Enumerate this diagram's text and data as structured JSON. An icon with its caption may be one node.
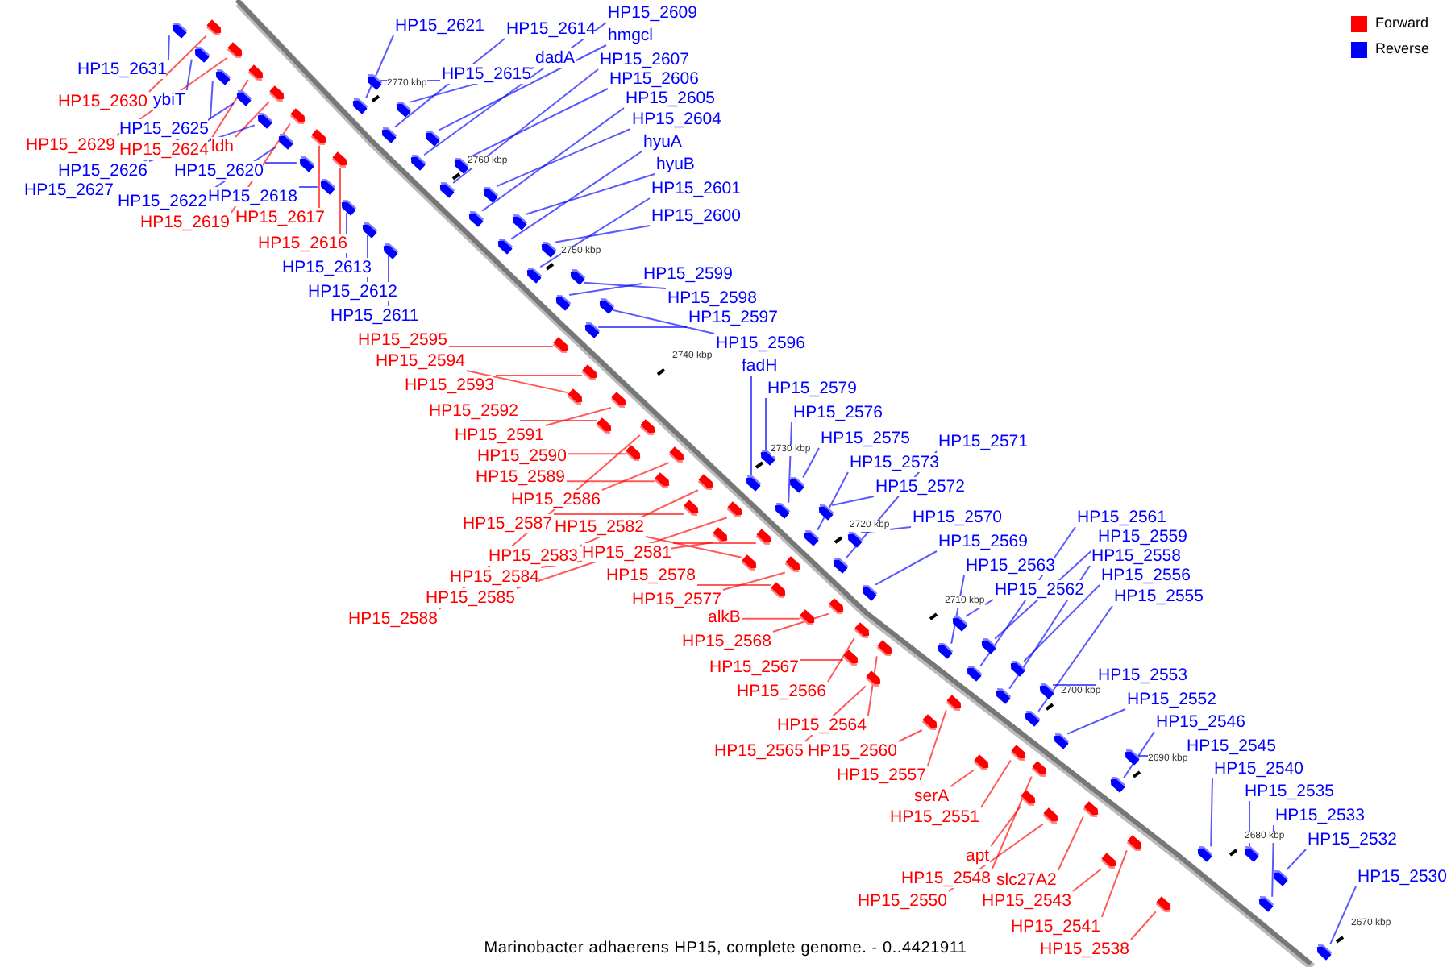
{
  "diagram": {
    "caption": "Marinobacter adhaerens HP15, complete genome. - 0..4421911",
    "nodes": [
      {
        "text": [
          "HP15_2621"
        ]
      },
      {
        "text": [
          "HP15_2614"
        ]
      },
      {
        "text": [
          "HP15_2609"
        ]
      },
      {
        "text": [
          "hmgcl"
        ]
      },
      {
        "text": [
          "dadA"
        ]
      },
      {
        "text": [
          "HP15_2607"
        ]
      },
      {
        "text": [
          "HP15_2631"
        ]
      },
      {
        "text": [
          "HP15_2615"
        ]
      },
      {
        "text": [
          "HP15_2606"
        ]
      },
      {
        "text": [
          "HP15_2605"
        ]
      },
      {
        "text": [
          "ybiT"
        ]
      },
      {
        "text": [
          "HP15_2630"
        ]
      },
      {
        "text": [
          "HP15_2604"
        ]
      },
      {
        "text": [
          "HP15_2625"
        ]
      },
      {
        "text": [
          "hyuA"
        ]
      },
      {
        "text": [
          "HP15_2629"
        ]
      },
      {
        "text": [
          "ldh"
        ]
      },
      {
        "text": [
          "HP15_2624"
        ]
      },
      {
        "text": [
          "hyuB"
        ]
      },
      {
        "text": [
          "HP15_2626"
        ]
      },
      {
        "text": [
          "HP15_2620"
        ]
      },
      {
        "text": [
          "HP15_2601"
        ]
      },
      {
        "text": [
          "HP15_2627"
        ]
      },
      {
        "text": [
          "HP15_2618"
        ]
      },
      {
        "text": [
          "HP15_2622"
        ]
      },
      {
        "text": [
          "HP15_2600"
        ]
      },
      {
        "text": [
          "HP15_2617"
        ]
      },
      {
        "text": [
          "HP15_2619"
        ]
      },
      {
        "text": [
          "HP15_2616"
        ]
      },
      {
        "text": [
          "HP15_2613"
        ]
      },
      {
        "text": [
          "HP15_2599"
        ]
      },
      {
        "text": [
          "HP15_2612"
        ]
      },
      {
        "text": [
          "HP15_2598"
        ]
      },
      {
        "text": [
          "HP15_2611"
        ]
      },
      {
        "text": [
          "HP15_2597"
        ]
      },
      {
        "text": [
          "HP15_2595"
        ]
      },
      {
        "text": [
          "HP15_2596"
        ]
      },
      {
        "text": [
          "HP15_2594"
        ]
      },
      {
        "text": [
          "fadH"
        ]
      },
      {
        "text": [
          "HP15_2593"
        ]
      },
      {
        "text": [
          "HP15_2579"
        ]
      },
      {
        "text": [
          "HP15_2592"
        ]
      },
      {
        "text": [
          "HP15_2576"
        ]
      },
      {
        "text": [
          "HP15_2591"
        ]
      },
      {
        "text": [
          "HP15_2575"
        ]
      },
      {
        "text": [
          "HP15_2571"
        ]
      },
      {
        "text": [
          "HP15_2590"
        ]
      },
      {
        "text": [
          "HP15_2573"
        ]
      },
      {
        "text": [
          "HP15_2589"
        ]
      },
      {
        "text": [
          "HP15_2572"
        ]
      },
      {
        "text": [
          "HP15_2586"
        ]
      },
      {
        "text": [
          "HP15_2570"
        ]
      },
      {
        "text": [
          "HP15_2561"
        ]
      },
      {
        "text": [
          "HP15_2587"
        ]
      },
      {
        "text": [
          "HP15_2582"
        ]
      },
      {
        "text": [
          "HP15_2559"
        ]
      },
      {
        "text": [
          "HP15_2569"
        ]
      },
      {
        "text": [
          "HP15_2581"
        ]
      },
      {
        "text": [
          "HP15_2583"
        ]
      },
      {
        "text": [
          "HP15_2558"
        ]
      },
      {
        "text": [
          "HP15_2563"
        ]
      },
      {
        "text": [
          "HP15_2578"
        ]
      },
      {
        "text": [
          "HP15_2556"
        ]
      },
      {
        "text": [
          "HP15_2584"
        ]
      },
      {
        "text": [
          "HP15_2562"
        ]
      },
      {
        "text": [
          "HP15_2555"
        ]
      },
      {
        "text": [
          "HP15_2585"
        ]
      },
      {
        "text": [
          "HP15_2577"
        ]
      },
      {
        "text": [
          "alkB"
        ]
      },
      {
        "text": [
          "HP15_2588"
        ]
      },
      {
        "text": [
          "HP15_2568"
        ]
      },
      {
        "text": [
          "HP15_2567"
        ]
      },
      {
        "text": [
          "HP15_2553"
        ]
      },
      {
        "text": [
          "HP15_2566"
        ]
      },
      {
        "text": [
          "HP15_2552"
        ]
      },
      {
        "text": [
          "HP15_2546"
        ]
      },
      {
        "text": [
          "HP15_2564"
        ]
      },
      {
        "text": [
          "HP15_2545"
        ]
      },
      {
        "text": [
          "HP15_2565"
        ]
      },
      {
        "text": [
          "HP15_2560"
        ]
      },
      {
        "text": [
          "HP15_2540"
        ]
      },
      {
        "text": [
          "HP15_2557"
        ]
      },
      {
        "text": [
          "HP15_2535"
        ]
      },
      {
        "text": [
          "serA"
        ]
      },
      {
        "text": [
          "HP15_2533"
        ]
      },
      {
        "text": [
          "HP15_2551"
        ]
      },
      {
        "text": [
          "HP15_2532"
        ]
      },
      {
        "text": [
          "apt"
        ]
      },
      {
        "text": [
          "HP15_2530"
        ]
      },
      {
        "text": [
          "HP15_2548"
        ]
      },
      {
        "text": [
          "slc27A2"
        ]
      },
      {
        "text": [
          "HP15_2550"
        ]
      },
      {
        "text": [
          "HP15_2543"
        ]
      },
      {
        "text": [
          "HP15_2541"
        ]
      },
      {
        "text": [
          "HP15_2538"
        ]
      },
      {
        "text": [],
        "shape": "box"
      },
      {
        "text": [],
        "shape": "box"
      },
      {
        "text": [],
        "shape": "box"
      },
      {
        "text": [],
        "shape": "box"
      },
      {
        "text": [],
        "shape": "box"
      },
      {
        "text": [],
        "shape": "box"
      },
      {
        "text": [],
        "shape": "box"
      },
      {
        "text": [],
        "shape": "box"
      },
      {
        "text": [],
        "shape": "box"
      },
      {
        "text": [],
        "shape": "box"
      },
      {
        "text": [],
        "shape": "box"
      },
      {
        "text": [],
        "shape": "box"
      },
      {
        "text": [],
        "shape": "box"
      },
      {
        "text": [],
        "shape": "box"
      },
      {
        "text": [],
        "shape": "box"
      },
      {
        "text": [],
        "shape": "box"
      },
      {
        "text": [],
        "shape": "box"
      },
      {
        "text": [],
        "shape": "box"
      },
      {
        "text": [],
        "shape": "box"
      },
      {
        "text": [],
        "shape": "box"
      },
      {
        "text": [],
        "shape": "box"
      },
      {
        "text": [],
        "shape": "box"
      },
      {
        "text": [],
        "shape": "box"
      },
      {
        "text": [],
        "shape": "box"
      },
      {
        "text": [],
        "shape": "box"
      },
      {
        "text": [],
        "shape": "box"
      },
      {
        "text": [],
        "shape": "box"
      },
      {
        "text": [],
        "shape": "box"
      },
      {
        "text": [],
        "shape": "box"
      },
      {
        "text": [],
        "shape": "box"
      },
      {
        "text": [],
        "shape": "box"
      },
      {
        "text": [],
        "shape": "box"
      },
      {
        "text": [],
        "shape": "box"
      },
      {
        "text": [],
        "shape": "box"
      },
      {
        "text": [],
        "shape": "box"
      },
      {
        "text": [],
        "shape": "box"
      },
      {
        "text": [],
        "shape": "box"
      },
      {
        "text": [],
        "shape": "box"
      },
      {
        "text": [],
        "shape": "box"
      },
      {
        "text": [],
        "shape": "box"
      },
      {
        "text": [],
        "shape": "box"
      },
      {
        "text": [],
        "shape": "box"
      },
      {
        "text": [],
        "shape": "box"
      },
      {
        "text": [],
        "shape": "box"
      },
      {
        "text": [],
        "shape": "box"
      },
      {
        "text": [],
        "shape": "box"
      },
      {
        "text": [],
        "shape": "box"
      },
      {
        "text": [],
        "shape": "box"
      },
      {
        "text": [],
        "shape": "box"
      },
      {
        "text": [],
        "shape": "box"
      },
      {
        "text": [],
        "shape": "box"
      },
      {
        "text": [],
        "shape": "box"
      },
      {
        "text": [],
        "shape": "box"
      },
      {
        "text": [],
        "shape": "box"
      },
      {
        "text": [],
        "shape": "box"
      },
      {
        "text": [],
        "shape": "box"
      },
      {
        "text": [],
        "shape": "box"
      },
      {
        "text": [],
        "shape": "box"
      },
      {
        "text": [],
        "shape": "box"
      },
      {
        "text": [],
        "shape": "box"
      },
      {
        "text": [],
        "shape": "box"
      },
      {
        "text": [],
        "shape": "box"
      },
      {
        "text": [],
        "shape": "box"
      },
      {
        "text": [],
        "shape": "box"
      },
      {
        "text": [],
        "shape": "box"
      },
      {
        "text": [],
        "shape": "box"
      },
      {
        "text": [],
        "shape": "box"
      },
      {
        "text": [],
        "shape": "box"
      },
      {
        "text": [],
        "shape": "box"
      },
      {
        "text": [],
        "shape": "box"
      },
      {
        "text": [],
        "shape": "box"
      },
      {
        "text": [],
        "shape": "box"
      },
      {
        "text": [],
        "shape": "box"
      },
      {
        "text": [],
        "shape": "box"
      },
      {
        "text": [],
        "shape": "box"
      },
      {
        "text": [],
        "shape": "box"
      },
      {
        "text": [],
        "shape": "box"
      },
      {
        "text": [],
        "shape": "box"
      },
      {
        "text": [],
        "shape": "box"
      },
      {
        "text": [],
        "shape": "box"
      },
      {
        "text": [],
        "shape": "box"
      },
      {
        "text": [],
        "shape": "box"
      },
      {
        "text": [],
        "shape": "box"
      },
      {
        "text": [],
        "shape": "box"
      },
      {
        "text": [],
        "shape": "box"
      },
      {
        "text": [],
        "shape": "box"
      },
      {
        "text": [],
        "shape": "box"
      },
      {
        "text": [],
        "shape": "box"
      },
      {
        "text": [],
        "shape": "box"
      },
      {
        "text": [],
        "shape": "box"
      },
      {
        "text": [],
        "shape": "box"
      },
      {
        "text": [],
        "shape": "box"
      },
      {
        "text": [],
        "shape": "box"
      },
      {
        "text": [],
        "shape": "box"
      },
      {
        "text": [],
        "shape": "box"
      }
    ],
    "edges": [
      {
        "from": 0,
        "to": 95,
        "arrow": "none"
      },
      {
        "from": 1,
        "to": 96,
        "arrow": "none"
      },
      {
        "from": 2,
        "to": 97,
        "arrow": "none"
      },
      {
        "from": 3,
        "to": 98,
        "arrow": "none"
      },
      {
        "from": 4,
        "to": 99,
        "arrow": "none"
      },
      {
        "from": 5,
        "to": 100,
        "arrow": "none"
      },
      {
        "from": 6,
        "to": 101,
        "arrow": "none"
      },
      {
        "from": 7,
        "to": 102,
        "arrow": "none"
      },
      {
        "from": 8,
        "to": 103,
        "arrow": "none"
      },
      {
        "from": 9,
        "to": 104,
        "arrow": "none"
      },
      {
        "from": 10,
        "to": 105,
        "arrow": "none"
      },
      {
        "from": 11,
        "to": 106,
        "arrow": "none",
        "color": "#ff0000"
      },
      {
        "from": 12,
        "to": 107,
        "arrow": "none"
      },
      {
        "from": 13,
        "to": 108,
        "arrow": "none"
      },
      {
        "from": 14,
        "to": 109,
        "arrow": "none"
      },
      {
        "from": 15,
        "to": 110,
        "arrow": "none",
        "color": "#ff0000"
      },
      {
        "from": 16,
        "to": 111,
        "arrow": "none",
        "color": "#ff0000"
      },
      {
        "from": 17,
        "to": 112,
        "arrow": "none",
        "color": "#ff0000"
      },
      {
        "from": 18,
        "to": 113,
        "arrow": "none"
      },
      {
        "from": 19,
        "to": 114,
        "arrow": "none"
      },
      {
        "from": 20,
        "to": 115,
        "arrow": "none"
      },
      {
        "from": 21,
        "to": 116,
        "arrow": "none"
      },
      {
        "from": 22,
        "to": 117,
        "arrow": "none"
      },
      {
        "from": 23,
        "to": 118,
        "arrow": "none"
      },
      {
        "from": 24,
        "to": 119,
        "arrow": "none"
      },
      {
        "from": 25,
        "to": 120,
        "arrow": "none"
      },
      {
        "from": 26,
        "to": 121,
        "arrow": "none",
        "color": "#ff0000"
      },
      {
        "from": 27,
        "to": 122,
        "arrow": "none",
        "color": "#ff0000"
      },
      {
        "from": 28,
        "to": 123,
        "arrow": "none",
        "color": "#ff0000"
      },
      {
        "from": 29,
        "to": 124,
        "arrow": "none"
      },
      {
        "from": 30,
        "to": 125,
        "arrow": "none"
      },
      {
        "from": 31,
        "to": 126,
        "arrow": "none"
      },
      {
        "from": 32,
        "to": 127,
        "arrow": "none"
      },
      {
        "from": 33,
        "to": 128,
        "arrow": "none"
      },
      {
        "from": 34,
        "to": 129,
        "arrow": "none"
      },
      {
        "from": 35,
        "to": 130,
        "arrow": "none",
        "color": "#ff0000"
      },
      {
        "from": 36,
        "to": 131,
        "arrow": "none"
      },
      {
        "from": 37,
        "to": 132,
        "arrow": "none",
        "color": "#ff0000"
      },
      {
        "from": 38,
        "to": 133,
        "arrow": "none"
      },
      {
        "from": 39,
        "to": 134,
        "arrow": "none",
        "color": "#ff0000"
      },
      {
        "from": 40,
        "to": 135,
        "arrow": "none"
      },
      {
        "from": 41,
        "to": 136,
        "arrow": "none",
        "color": "#ff0000"
      },
      {
        "from": 42,
        "to": 137,
        "arrow": "none"
      },
      {
        "from": 43,
        "to": 138,
        "arrow": "none",
        "color": "#ff0000"
      },
      {
        "from": 44,
        "to": 139,
        "arrow": "none"
      },
      {
        "from": 45,
        "to": 140,
        "arrow": "none"
      },
      {
        "from": 46,
        "to": 141,
        "arrow": "none",
        "color": "#ff0000"
      },
      {
        "from": 47,
        "to": 142,
        "arrow": "none"
      },
      {
        "from": 48,
        "to": 143,
        "arrow": "none",
        "color": "#ff0000"
      },
      {
        "from": 49,
        "to": 144,
        "arrow": "none"
      },
      {
        "from": 50,
        "to": 145,
        "arrow": "none",
        "color": "#ff0000"
      },
      {
        "from": 51,
        "to": 146,
        "arrow": "none"
      },
      {
        "from": 52,
        "to": 147,
        "arrow": "none"
      },
      {
        "from": 53,
        "to": 148,
        "arrow": "none",
        "color": "#ff0000"
      },
      {
        "from": 54,
        "to": 149,
        "arrow": "none",
        "color": "#ff0000"
      },
      {
        "from": 55,
        "to": 150,
        "arrow": "none"
      },
      {
        "from": 56,
        "to": 151,
        "arrow": "none"
      },
      {
        "from": 57,
        "to": 152,
        "arrow": "none",
        "color": "#ff0000"
      },
      {
        "from": 58,
        "to": 153,
        "arrow": "none",
        "color": "#ff0000"
      },
      {
        "from": 59,
        "to": 154,
        "arrow": "none"
      },
      {
        "from": 60,
        "to": 155,
        "arrow": "none"
      },
      {
        "from": 61,
        "to": 156,
        "arrow": "none",
        "color": "#ff0000"
      },
      {
        "from": 62,
        "to": 157,
        "arrow": "none"
      },
      {
        "from": 63,
        "to": 158,
        "arrow": "none",
        "color": "#ff0000"
      },
      {
        "from": 64,
        "to": 159,
        "arrow": "none"
      },
      {
        "from": 65,
        "to": 160,
        "arrow": "none"
      },
      {
        "from": 66,
        "to": 161,
        "arrow": "none",
        "color": "#ff0000"
      },
      {
        "from": 67,
        "to": 162,
        "arrow": "none",
        "color": "#ff0000"
      },
      {
        "from": 68,
        "to": 163,
        "arrow": "none",
        "color": "#ff0000"
      },
      {
        "from": 69,
        "to": 164,
        "arrow": "none",
        "color": "#ff0000"
      },
      {
        "from": 70,
        "to": 165,
        "arrow": "none",
        "color": "#ff0000"
      },
      {
        "from": 71,
        "to": 166,
        "arrow": "none",
        "color": "#ff0000"
      },
      {
        "from": 72,
        "to": 167,
        "arrow": "none"
      },
      {
        "from": 73,
        "to": 168,
        "arrow": "none",
        "color": "#ff0000"
      },
      {
        "from": 74,
        "to": 169,
        "arrow": "none"
      },
      {
        "from": 75,
        "to": 170,
        "arrow": "none"
      },
      {
        "from": 76,
        "to": 171,
        "arrow": "none",
        "color": "#ff0000"
      },
      {
        "from": 77,
        "to": 172,
        "arrow": "none"
      },
      {
        "from": 78,
        "to": 173,
        "arrow": "none",
        "color": "#ff0000"
      },
      {
        "from": 79,
        "to": 174,
        "arrow": "none",
        "color": "#ff0000"
      },
      {
        "from": 80,
        "to": 175,
        "arrow": "none"
      },
      {
        "from": 81,
        "to": 176,
        "arrow": "none",
        "color": "#ff0000"
      },
      {
        "from": 82,
        "to": 177,
        "arrow": "none"
      },
      {
        "from": 83,
        "to": 178,
        "arrow": "none",
        "color": "#ff0000"
      },
      {
        "from": 84,
        "to": 179,
        "arrow": "none"
      },
      {
        "from": 85,
        "to": 180,
        "arrow": "none",
        "color": "#ff0000"
      },
      {
        "from": 86,
        "to": 181,
        "arrow": "none"
      },
      {
        "from": 87,
        "to": 182,
        "arrow": "none",
        "color": "#ff0000"
      },
      {
        "from": 88,
        "to": 183,
        "arrow": "none"
      },
      {
        "from": 89,
        "to": 184,
        "arrow": "none",
        "color": "#ff0000"
      },
      {
        "from": 90,
        "to": 185,
        "arrow": "none",
        "color": "#ff0000"
      },
      {
        "from": 91,
        "to": 186,
        "arrow": "none",
        "color": "#ff0000"
      },
      {
        "from": 92,
        "to": 187,
        "arrow": "none",
        "color": "#ff0000"
      },
      {
        "from": 93,
        "to": 188,
        "arrow": "none",
        "color": "#ff0000"
      },
      {
        "from": 94,
        "to": 189,
        "arrow": "none",
        "color": "#ff0000"
      }
    ],
    "labels": [
      "2770 kbp",
      "2760 kbp",
      "2750 kbp",
      "2740 kbp",
      "2730 kbp",
      "2720 kbp",
      "2710 kbp",
      "2700 kbp",
      "2690 kbp",
      "2680 kbp",
      "2670 kbp"
    ],
    "legend": [
      {
        "text": "Forward",
        "color": "#ff0000"
      },
      {
        "text": "Reverse",
        "color": "#0000ff"
      }
    ]
  }
}
